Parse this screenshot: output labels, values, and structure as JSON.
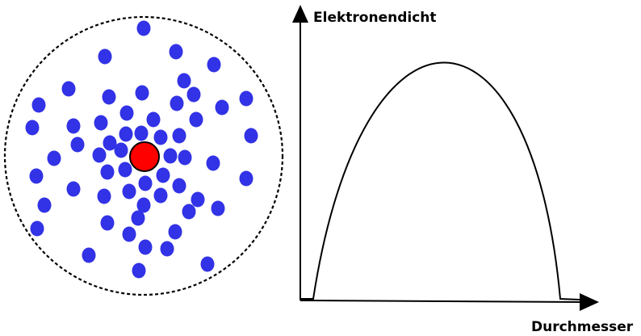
{
  "diagram": {
    "y_axis_label": "Elektronendicht",
    "x_axis_label": "Durchmesser",
    "colors": {
      "electron": "#3232e6",
      "nucleus": "#ff0000",
      "outline": "#000000",
      "background": "#ffffff"
    },
    "electron_count": 58,
    "nucleus_count": 1
  }
}
